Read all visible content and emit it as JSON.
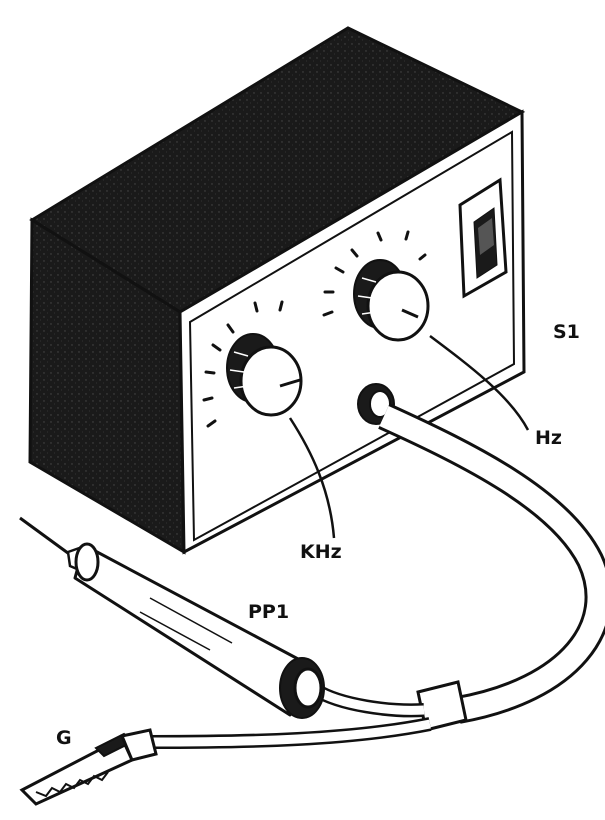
{
  "labels": {
    "switch": "S1",
    "hz_knob": "Hz",
    "khz_knob": "KHz",
    "probe": "PP1",
    "ground_clip": "G"
  },
  "colors": {
    "ink": "#111111",
    "paper": "#ffffff"
  }
}
